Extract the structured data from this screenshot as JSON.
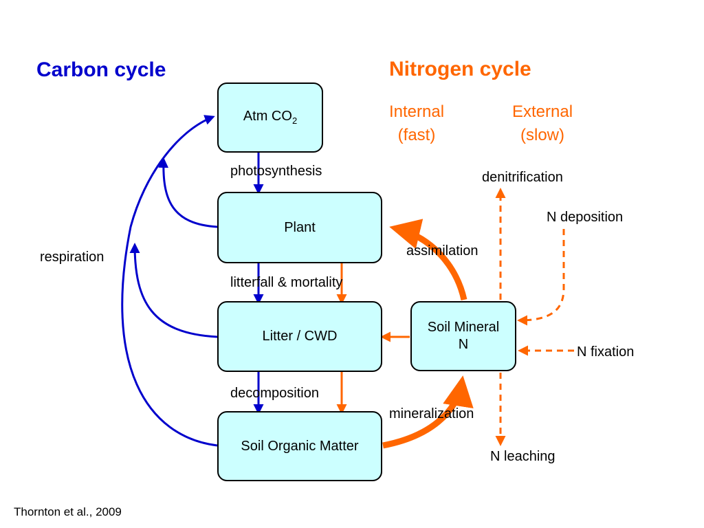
{
  "titles": {
    "carbon": "Carbon cycle",
    "nitrogen": "Nitrogen cycle"
  },
  "nitrogen_types": {
    "internal_1": "Internal",
    "internal_2": "(fast)",
    "external_1": "External",
    "external_2": "(slow)"
  },
  "boxes": {
    "atm_co2": "Atm CO",
    "atm_co2_sub": "2",
    "plant": "Plant",
    "litter": "Litter / CWD",
    "som": "Soil Organic Matter",
    "soil_n_1": "Soil Mineral",
    "soil_n_2": "N"
  },
  "labels": {
    "photosynthesis": "photosynthesis",
    "respiration": "respiration",
    "litterfall": "litterfall & mortality",
    "decomposition": "decomposition",
    "assimilation": "assimilation",
    "mineralization": "mineralization",
    "denitrification": "denitrification",
    "n_deposition": "N deposition",
    "n_fixation": "N fixation",
    "n_leaching": "N leaching"
  },
  "citation": "Thornton et al., 2009",
  "colors": {
    "carbon": "#0000cc",
    "nitrogen": "#ff6600",
    "box_fill": "#ccffff"
  }
}
